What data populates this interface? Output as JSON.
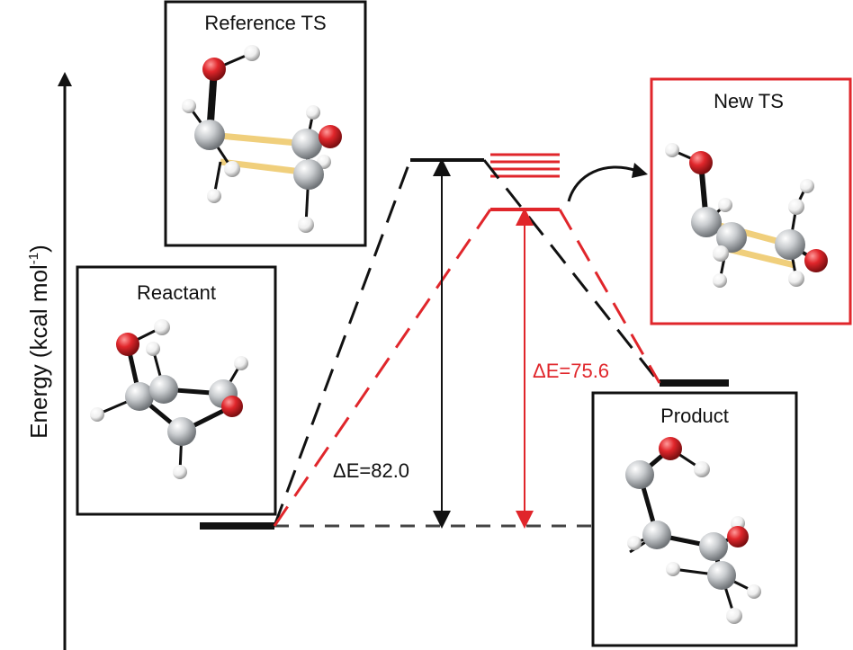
{
  "axis": {
    "ylabel_main": "Energy (kcal mol",
    "ylabel_sup": "-1",
    "ylabel_end": ")"
  },
  "boxes": {
    "reference_ts": "Reference TS",
    "new_ts": "New TS",
    "reactant": "Reactant",
    "product": "Product"
  },
  "barriers": {
    "reference": "ΔE=82.0",
    "new": "ΔE=75.6"
  },
  "colors": {
    "reference": "#111111",
    "new": "#e0262b",
    "oxygen": "#e0262b",
    "carbon": "#b9bcbf",
    "hydrogen": "#f2f2f2",
    "partial_bond": "#f0cf7c",
    "baseline": "#444444"
  }
}
